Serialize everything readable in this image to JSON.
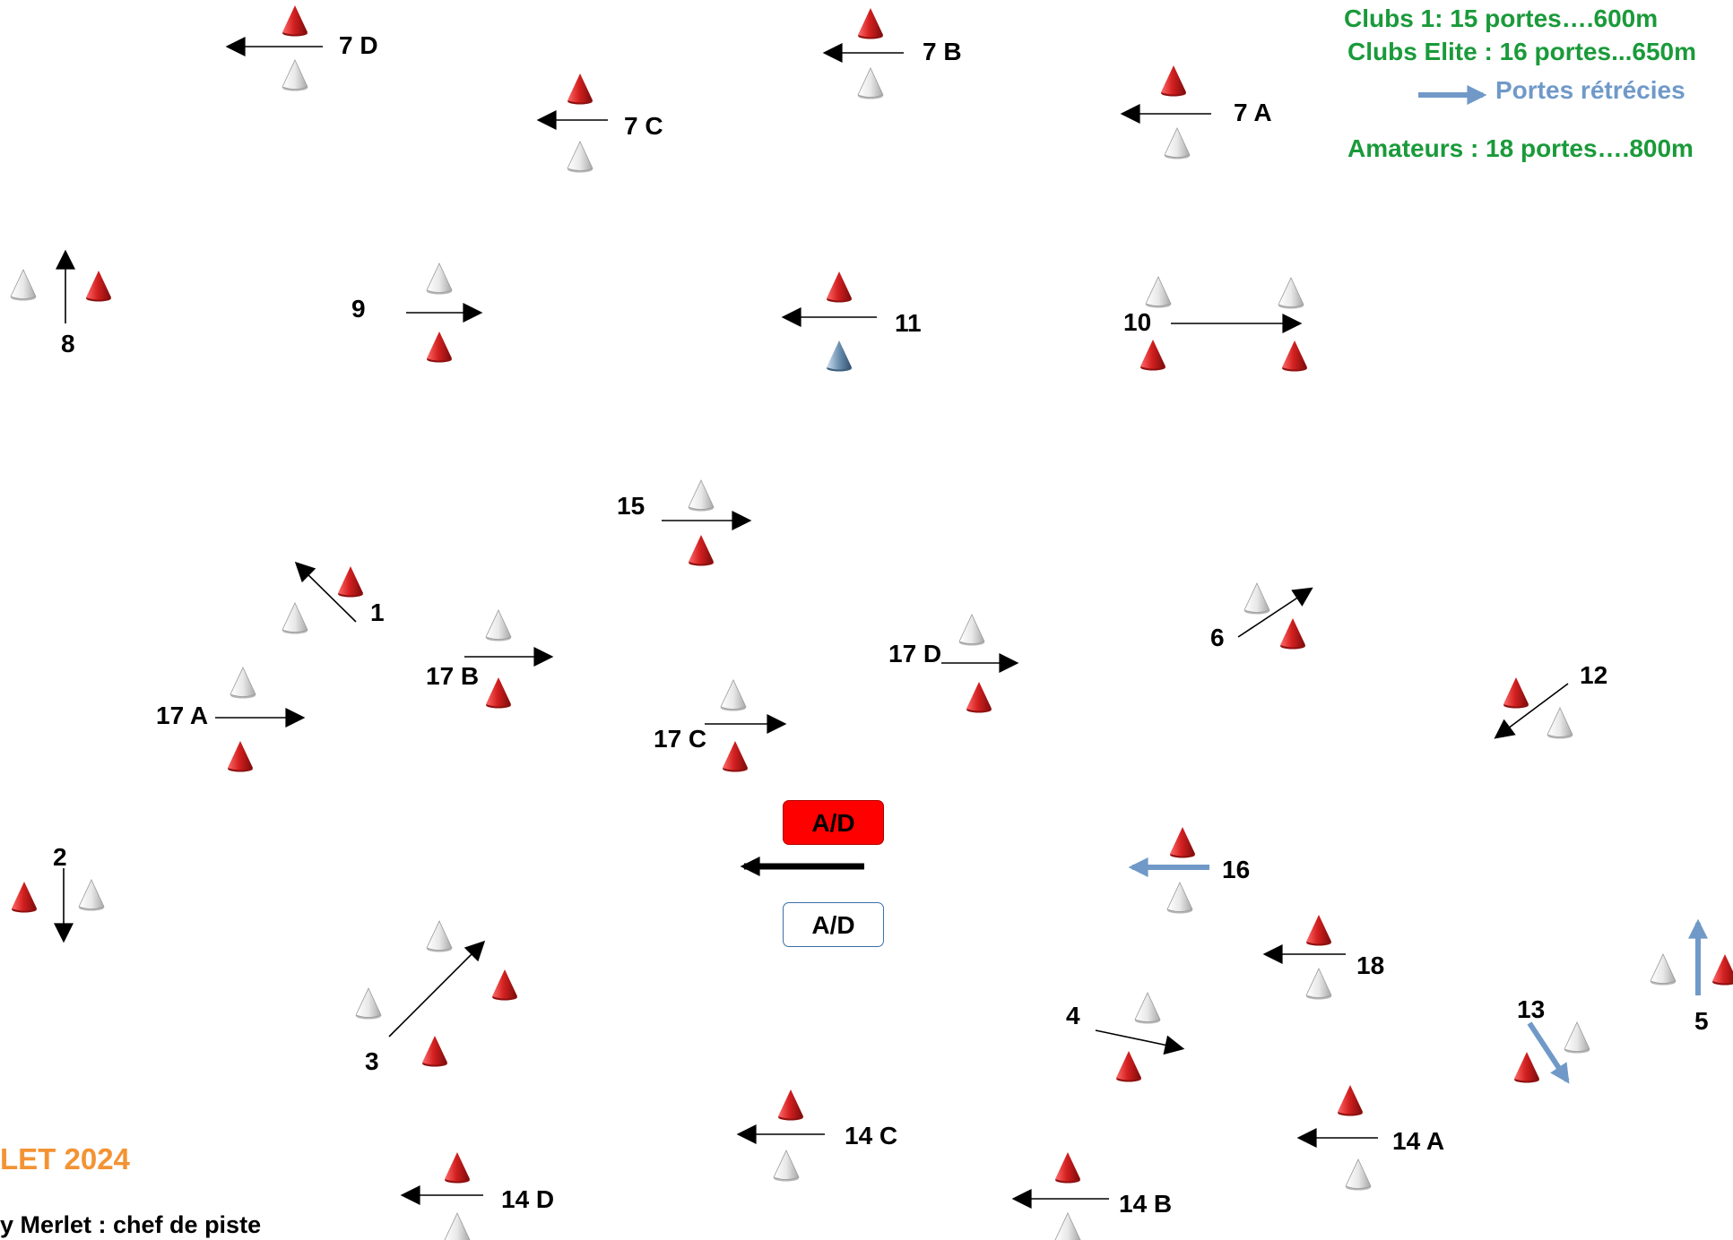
{
  "legend": {
    "clubs1": "Clubs 1: 15 portes….600m",
    "elite": "Clubs Elite : 16 portes...650m",
    "narrow": "Portes rétrécies",
    "amateurs": "Amateurs :  18 portes….800m"
  },
  "footer": {
    "event": "LET 2024",
    "staff": "y Merlet : chef de piste"
  },
  "start_finish": {
    "top": "A/D",
    "bottom": "A/D"
  },
  "gates": [
    {
      "id": "7D",
      "label": "7 D",
      "narrow": false
    },
    {
      "id": "7C",
      "label": "7 C",
      "narrow": false
    },
    {
      "id": "7B",
      "label": "7 B",
      "narrow": false
    },
    {
      "id": "7A",
      "label": "7 A",
      "narrow": false
    },
    {
      "id": "8",
      "label": "8",
      "narrow": false
    },
    {
      "id": "9",
      "label": "9",
      "narrow": false
    },
    {
      "id": "11",
      "label": "11",
      "narrow": false
    },
    {
      "id": "10",
      "label": "10",
      "narrow": false
    },
    {
      "id": "15",
      "label": "15",
      "narrow": false
    },
    {
      "id": "1",
      "label": "1",
      "narrow": false
    },
    {
      "id": "6",
      "label": "6",
      "narrow": false
    },
    {
      "id": "17B",
      "label": "17 B",
      "narrow": false
    },
    {
      "id": "17D",
      "label": "17 D",
      "narrow": false
    },
    {
      "id": "17A",
      "label": "17 A",
      "narrow": false
    },
    {
      "id": "17C",
      "label": "17 C",
      "narrow": false
    },
    {
      "id": "12",
      "label": "12",
      "narrow": false
    },
    {
      "id": "2",
      "label": "2",
      "narrow": false
    },
    {
      "id": "16",
      "label": "16",
      "narrow": true
    },
    {
      "id": "18",
      "label": "18",
      "narrow": false
    },
    {
      "id": "3",
      "label": "3",
      "narrow": false
    },
    {
      "id": "4",
      "label": "4",
      "narrow": false
    },
    {
      "id": "13",
      "label": "13",
      "narrow": true
    },
    {
      "id": "5",
      "label": "5",
      "narrow": true
    },
    {
      "id": "14C",
      "label": "14 C",
      "narrow": false
    },
    {
      "id": "14A",
      "label": "14 A",
      "narrow": false
    },
    {
      "id": "14D",
      "label": "14 D",
      "narrow": false
    },
    {
      "id": "14B",
      "label": "14 B",
      "narrow": false
    }
  ],
  "colors": {
    "cone_red": "#d42020",
    "cone_white": "#d9d9d9",
    "cone_blue": "#6b8fb0",
    "arrow": "#000000",
    "narrow_arrow": "#7099c8",
    "legend_green": "#1a9a3a",
    "footer_orange": "#f39333",
    "ad_red": "#ff0000"
  }
}
